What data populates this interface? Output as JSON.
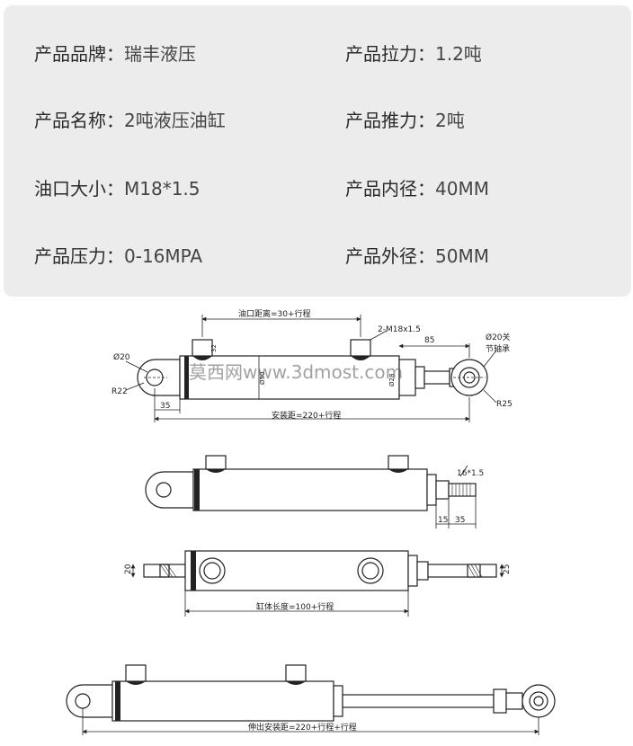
{
  "specs": {
    "rows": [
      [
        {
          "label": "产品品牌：",
          "value": "瑞丰液压"
        },
        {
          "label": "产品拉力：",
          "value": "1.2吨"
        }
      ],
      [
        {
          "label": "产品名称：",
          "value": "2吨液压油缸"
        },
        {
          "label": "产品推力：",
          "value": "2吨"
        }
      ],
      [
        {
          "label": "油口大小：",
          "value": "M18*1.5"
        },
        {
          "label": "产品内径：",
          "value": "40MM"
        }
      ],
      [
        {
          "label": "产品压力：",
          "value": "0-16MPA"
        },
        {
          "label": "产品外径：",
          "value": "50MM"
        }
      ]
    ]
  },
  "drawing": {
    "view1": {
      "port_distance": "油口距离=30+行程",
      "port_thread": "2-M18x1.5",
      "dim_85": "85",
      "rod_end_bearing": "Ø20关",
      "rod_end_bearing_2": "节轴承",
      "pin_dia": "Ø20",
      "radius_left": "R22",
      "dim_35": "35",
      "radius_right": "R25",
      "dim_32": "32",
      "dim_50": "Ø50",
      "dim_rod": "Ø28",
      "install_distance": "安装距=220+行程",
      "watermark": "莫西网www.3dmost.com"
    },
    "view2": {
      "thread": "16*1.5",
      "dim_15": "15",
      "dim_35": "35"
    },
    "view3": {
      "dim_20": "20",
      "dim_25": "25",
      "barrel_length": "缸体长度=100+行程"
    },
    "view4": {
      "extended_distance": "伸出安装距=220+行程+行程"
    }
  }
}
